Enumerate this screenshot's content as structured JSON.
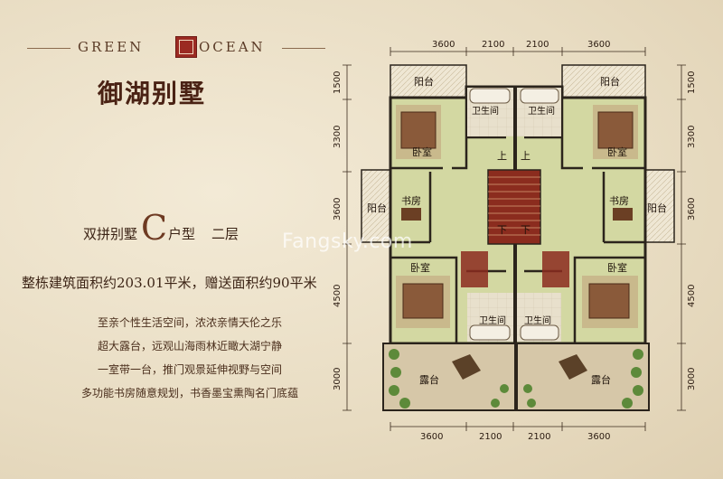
{
  "brand": {
    "left_word": "GREEN",
    "right_word": "OCEAN"
  },
  "title": "御湖别墅",
  "unit_type": {
    "prefix": "双拼别墅",
    "letter": "C",
    "suffix": "户型",
    "floor": "二层"
  },
  "area_text": "整栋建筑面积约203.01平米，赠送面积约90平米",
  "descriptions": [
    "至亲个性生活空间，浓浓亲情天伦之乐",
    "超大露台，远观山海雨林近瞰大湖宁静",
    "一室带一台，推门观景延伸视野与空间",
    "多功能书房随意规划，书香墨宝熏陶名门底蕴"
  ],
  "watermark": "Fangsky.com",
  "plan": {
    "top_dims": [
      "3600",
      "2100",
      "2100",
      "3600"
    ],
    "bottom_dims": [
      "3600",
      "2100",
      "2100",
      "3600"
    ],
    "left_dims": [
      "1500",
      "3300",
      "3600",
      "4500",
      "3000"
    ],
    "right_dims": [
      "1500",
      "3300",
      "3600",
      "4500",
      "3000"
    ],
    "rooms": {
      "balcony_tl": "阳台",
      "balcony_tr": "阳台",
      "bath_tl": "卫生间",
      "bath_tr": "卫生间",
      "bedroom_tl": "卧室",
      "bedroom_tr": "卧室",
      "up_l": "上",
      "up_r": "上",
      "study_l": "书房",
      "study_r": "书房",
      "balcony_ml": "阳台",
      "balcony_mr": "阳台",
      "down_l": "下",
      "down_r": "下",
      "bedroom_bl": "卧室",
      "bedroom_br": "卧室",
      "bath_bl": "卫生间",
      "bath_br": "卫生间",
      "terrace_l": "露台",
      "terrace_r": "露台"
    }
  },
  "colors": {
    "background": "#ebe0c9",
    "floor_green": "#d3d8a2",
    "wall": "#2b241c",
    "stair_red": "#8b2c1e",
    "seal": "#9b2a22"
  }
}
